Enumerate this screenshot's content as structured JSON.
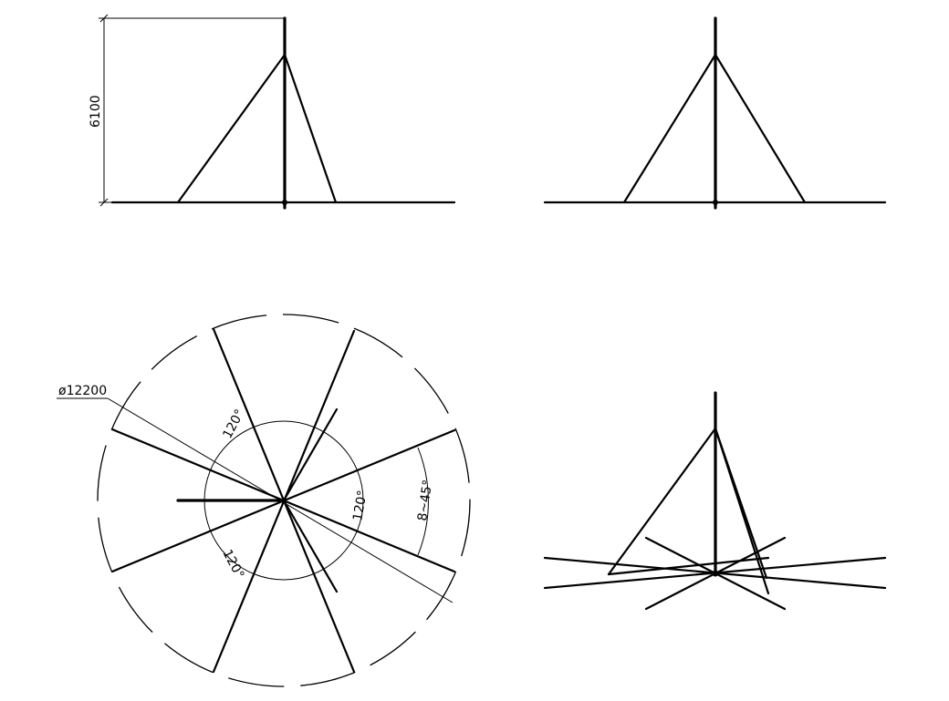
{
  "dimensions": {
    "height_label": "6100",
    "diameter_label": "ø12200",
    "angle_label_1": "120°",
    "angle_label_2": "120°",
    "angle_label_3": "120°",
    "tilt_label": "8~45°"
  },
  "colors": {
    "background": "#ffffff",
    "lines": "#000000"
  }
}
